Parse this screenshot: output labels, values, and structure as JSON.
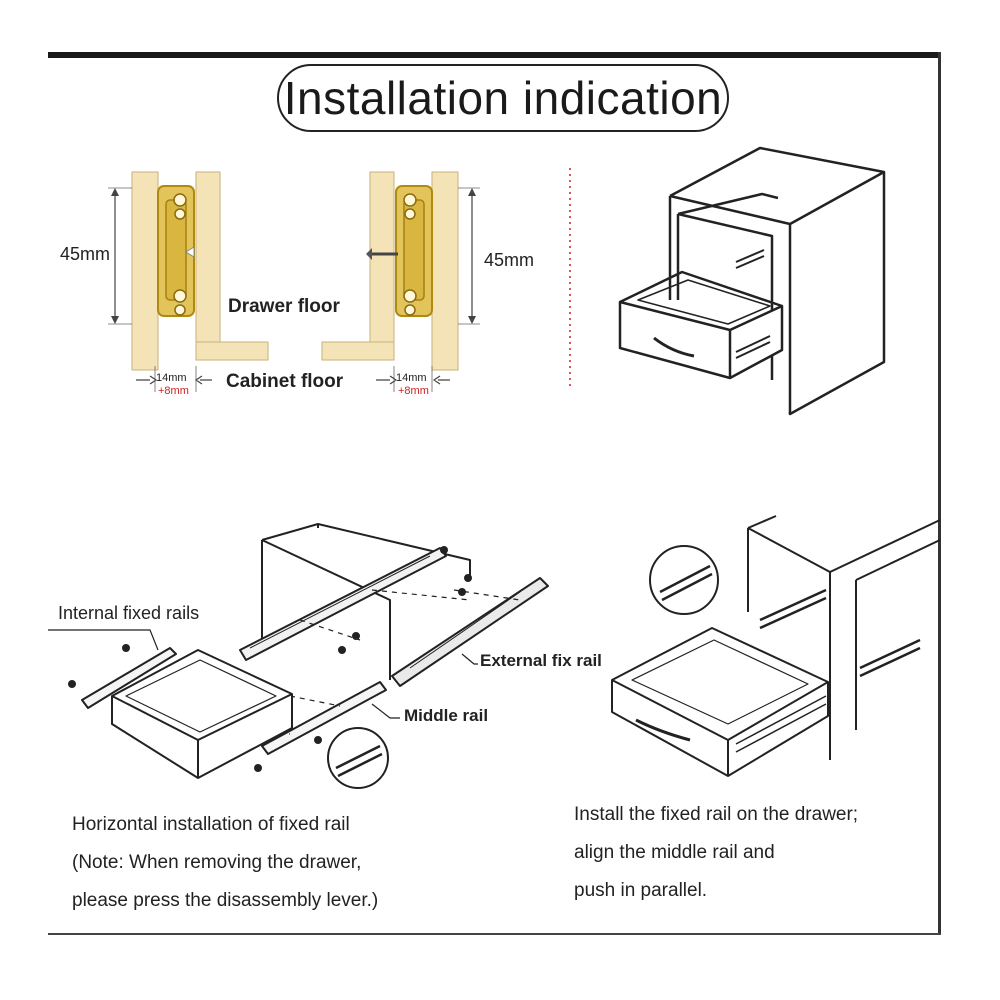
{
  "title": "Installation indication",
  "profile": {
    "height_label": "45mm",
    "drawer_floor": "Drawer floor",
    "cabinet_floor": "Cabinet floor",
    "gap_label": "14mm",
    "gap_extra": "+8mm"
  },
  "exploded": {
    "internal_fixed_rails": "Internal fixed rails",
    "external_fix_rail": "External fix rail",
    "middle_rail": "Middle rail"
  },
  "captions": {
    "left": [
      "Horizontal installation of fixed rail",
      "(Note: When removing the drawer,",
      "please press the disassembly lever.)"
    ],
    "right": [
      "Install the fixed rail on the drawer;",
      "align the middle rail and",
      "push in parallel."
    ]
  },
  "colors": {
    "wood": "#f5e3b8",
    "rail": "#c9a11e",
    "line": "#222222",
    "dim_red": "#d02020"
  }
}
